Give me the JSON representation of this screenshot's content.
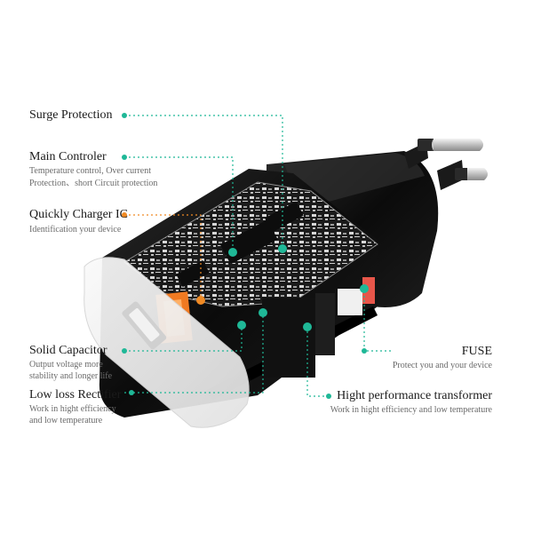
{
  "colors": {
    "leader": "#1fb897",
    "leader_orange": "#f08a24",
    "title_text": "#1a1a1a",
    "sub_text": "#6b6b6b",
    "body": "#0d0d0d",
    "cover": "#efefef",
    "pcb": "#1b1b1b",
    "usb_port": "#f07a22",
    "fuse": "#e8564a"
  },
  "labels": {
    "surge": {
      "title": "Surge Protection"
    },
    "main_controller": {
      "title": "Main Controler",
      "sub1": "Temperature control, Over current",
      "sub2": "Protection、short Circuit protection"
    },
    "quick_charger": {
      "title": "Quickly Charger IC",
      "sub1": "Identification your device"
    },
    "solid_capacitor": {
      "title": "Solid Capacitor",
      "sub1": "Output voltage more",
      "sub2": "stability and longer life"
    },
    "rectifier": {
      "title": "Low loss  Rectifier",
      "sub1": "Work in hight efficiency",
      "sub2": "and low temperature"
    },
    "fuse": {
      "title": "FUSE",
      "sub1": "Protect you and your device"
    },
    "transformer": {
      "title": "Hight performance transformer",
      "sub1": "Work in hight efficiency and low temperature"
    }
  },
  "icons": {
    "plug": "eu-plug-pins-icon",
    "usb": "usb-port-icon"
  }
}
